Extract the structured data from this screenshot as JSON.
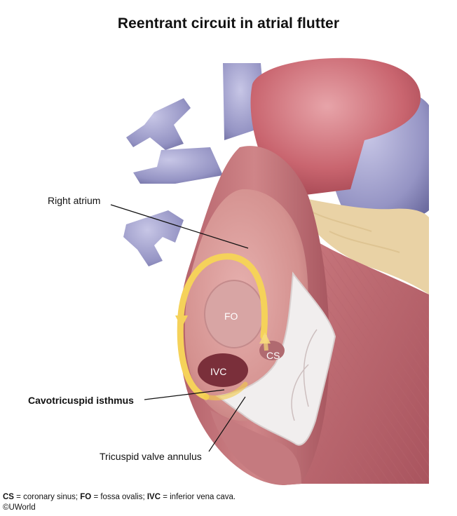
{
  "title": "Reentrant circuit in atrial flutter",
  "labels": {
    "right_atrium": "Right atrium",
    "fo": "FO",
    "cs": "CS",
    "ivc": "IVC",
    "cavotricuspid_isthmus": "Cavotricuspid isthmus",
    "tricuspid_valve_annulus": "Tricuspid valve annulus"
  },
  "footnote": {
    "items": [
      {
        "abbr": "CS",
        "text": " = coronary sinus; "
      },
      {
        "abbr": "FO",
        "text": " = fossa ovalis; "
      },
      {
        "abbr": "IVC",
        "text": " = inferior vena cava."
      }
    ],
    "copyright": "©UWorld"
  },
  "colors": {
    "myocardium": "#c97a80",
    "atrium_interior": "#d99a99",
    "aorta": "#c4606a",
    "vessels": "#9c9bc8",
    "fat": "#e9d2a5",
    "circuit": "#f5d25a",
    "valve": "#f1eeee"
  }
}
